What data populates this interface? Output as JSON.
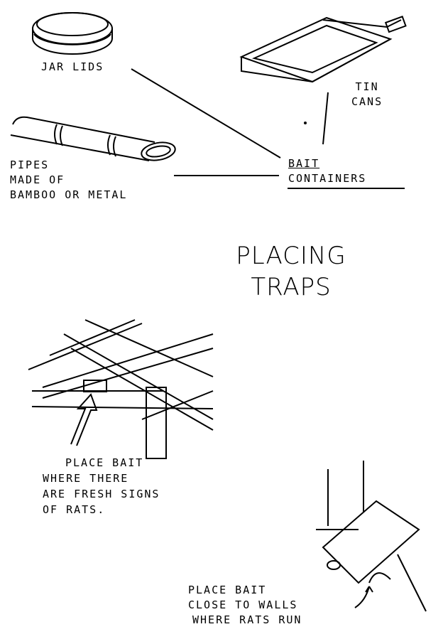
{
  "labels": {
    "jar_lids": "JAR LIDS",
    "tin_cans": [
      "TIN",
      "CANS"
    ],
    "pipes": [
      "PIPES",
      "MADE OF",
      "BAMBOO OR METAL"
    ],
    "bait_containers": [
      "BAIT",
      "CONTAINERS"
    ],
    "title": [
      "PLACING",
      "TRAPS"
    ],
    "place_bait_signs": [
      "PLACE BAIT",
      "WHERE THERE",
      "ARE FRESH SIGNS",
      "OF RATS."
    ],
    "place_bait_walls": [
      "PLACE BAIT",
      "CLOSE TO WALLS",
      "WHERE RATS RUN"
    ]
  },
  "colors": {
    "ink": "#000000",
    "paper": "#ffffff"
  }
}
